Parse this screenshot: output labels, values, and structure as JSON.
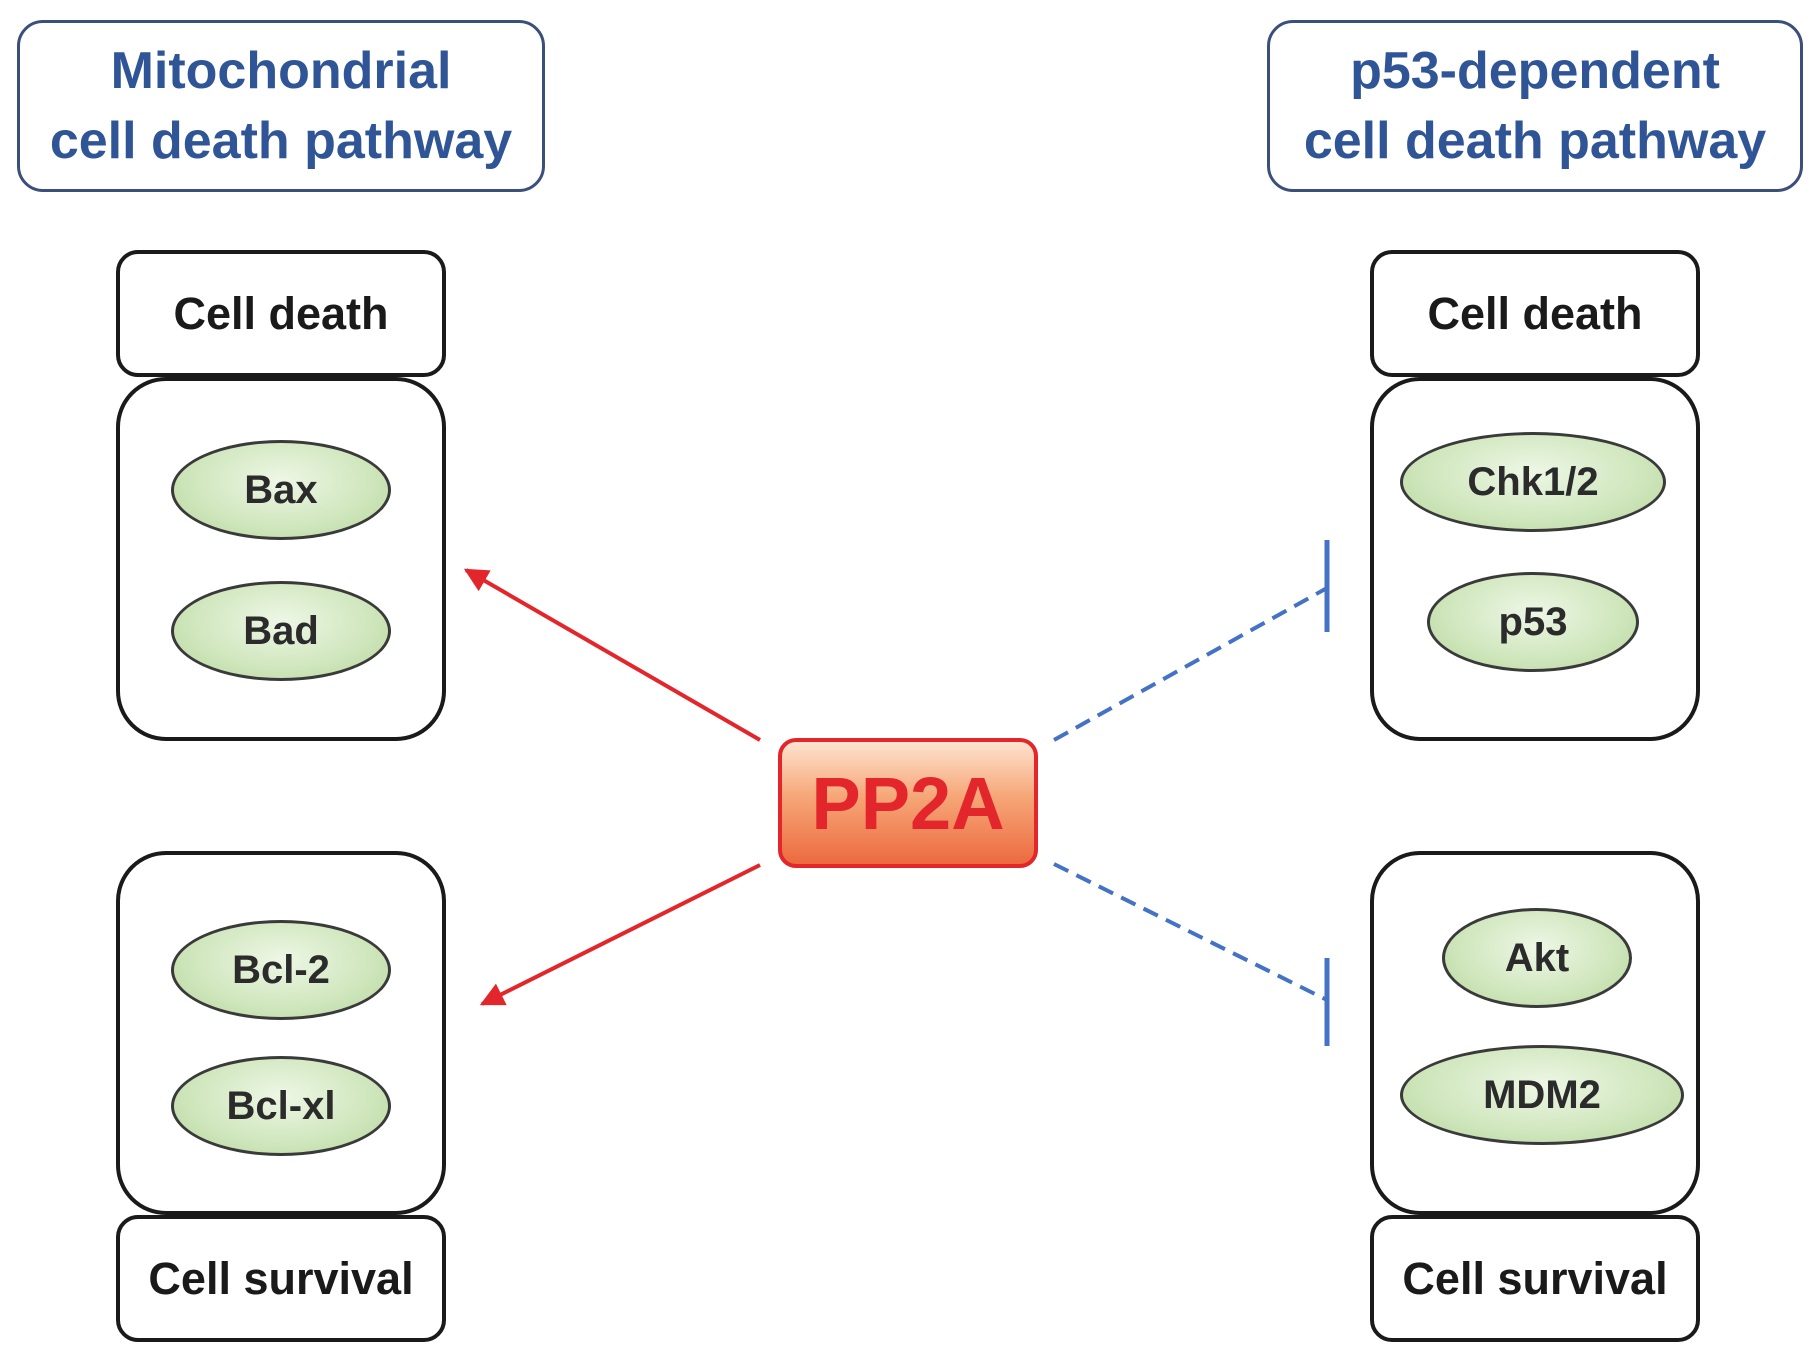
{
  "headers": {
    "left": [
      "Mitochondrial",
      "cell death pathway"
    ],
    "right": [
      "p53-dependent",
      "cell death pathway"
    ]
  },
  "left": {
    "top_label": "Cell death",
    "bottom_label": "Cell survival",
    "group_death": [
      "Bax",
      "Bad"
    ],
    "group_survival": [
      "Bcl-2",
      "Bcl-xl"
    ]
  },
  "right": {
    "top_label": "Cell death",
    "bottom_label": "Cell survival",
    "group_death": [
      "Chk1/2",
      "p53"
    ],
    "group_survival": [
      "Akt",
      "MDM2"
    ]
  },
  "center": {
    "label": "PP2A"
  },
  "colors": {
    "activation_arrow": "#e3262b",
    "inhibition_line": "#4472c4",
    "header_text": "#2f5597"
  },
  "edges": [
    {
      "from": "PP2A",
      "to": "Bax/Bad",
      "type": "activation"
    },
    {
      "from": "PP2A",
      "to": "Bcl-2/Bcl-xl",
      "type": "activation"
    },
    {
      "from": "PP2A",
      "to": "Chk1/2/p53",
      "type": "inhibition"
    },
    {
      "from": "PP2A",
      "to": "Akt/MDM2",
      "type": "inhibition"
    }
  ]
}
